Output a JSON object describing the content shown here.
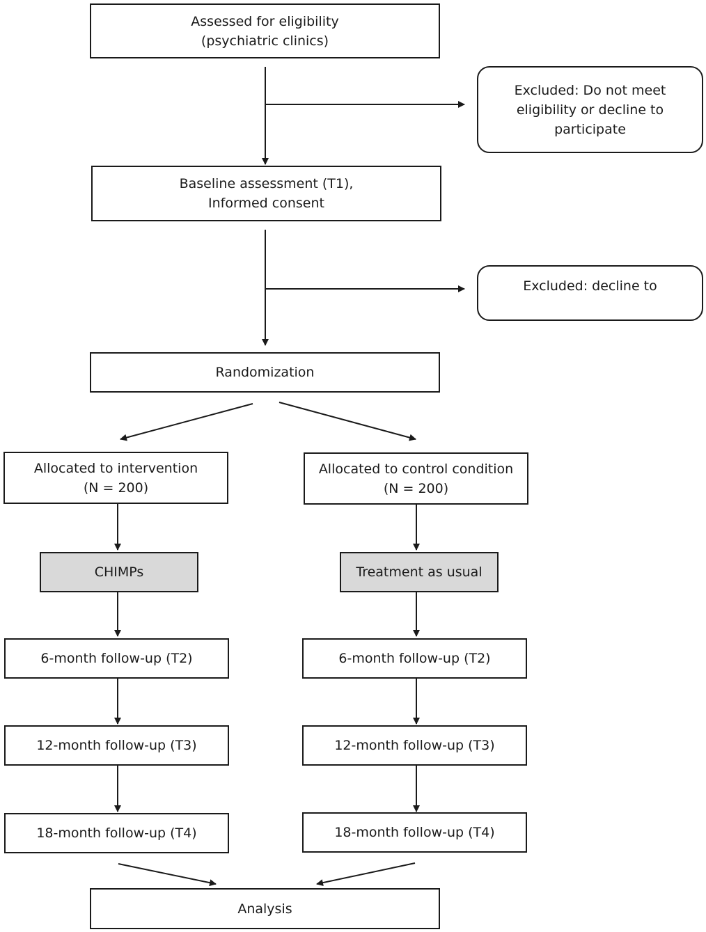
{
  "nodes": {
    "eligibility": {
      "line1": "Assessed for eligibility",
      "line2": "(psychiatric clinics)"
    },
    "excluded_1": {
      "line1": "Excluded: Do not meet",
      "line2": "eligibility or decline to",
      "line3": "participate"
    },
    "baseline": {
      "line1": "Baseline assessment (T1),",
      "line2": "Informed consent"
    },
    "excluded_2": {
      "line1": "Excluded: decline to"
    },
    "randomization": {
      "label": "Randomization"
    },
    "alloc_intervention": {
      "line1": "Allocated to intervention",
      "line2": "(N = 200)"
    },
    "alloc_control": {
      "line1": "Allocated to control condition",
      "line2": "(N = 200)"
    },
    "chimps": {
      "label": "CHIMPs"
    },
    "tau": {
      "label": "Treatment as usual"
    },
    "left_t2": {
      "label": "6-month follow-up (T2)"
    },
    "right_t2": {
      "label": "6-month follow-up (T2)"
    },
    "left_t3": {
      "label": "12-month follow-up (T3)"
    },
    "right_t3": {
      "label": "12-month follow-up (T3)"
    },
    "left_t4": {
      "label": "18-month follow-up (T4)"
    },
    "right_t4": {
      "label": "18-month follow-up (T4)"
    },
    "analysis": {
      "label": "Analysis"
    }
  },
  "colors": {
    "stroke": "#1a1a1a",
    "shaded_fill": "#d9d9d9",
    "background": "#ffffff"
  }
}
